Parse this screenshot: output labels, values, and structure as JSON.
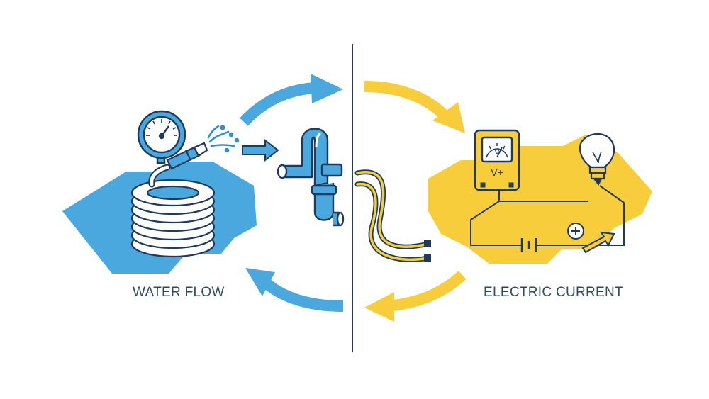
{
  "left_panel": {
    "label": "WATER FLOW",
    "fill_color": "#4aa8de"
  },
  "right_panel": {
    "label": "ELECTRIC CURRENT",
    "fill_color": "#f7cd3b"
  },
  "meter": {
    "face_text": "V",
    "terminal_text": "V+"
  },
  "colors": {
    "outline": "#1e3a5c",
    "divider": "#2b3d52",
    "water_arrow": "#4aa8de",
    "current_arrow": "#f7cd3b"
  },
  "icons": [
    "pressure-gauge-icon",
    "garden-hose-icon",
    "water-spray-icon",
    "pipe-icon",
    "voltmeter-icon",
    "light-bulb-icon",
    "battery-icon",
    "resistor-icon",
    "wire-icon",
    "cycle-arrow-icon"
  ]
}
